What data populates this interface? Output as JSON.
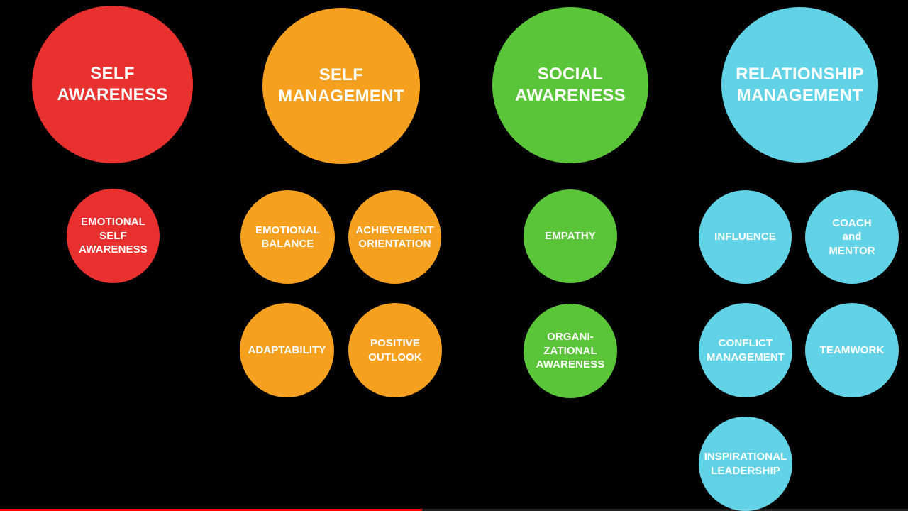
{
  "clusters": {
    "self_awareness": {
      "title": "SELF\nAWARENESS",
      "color": "#e8312f",
      "competencies": [
        "EMOTIONAL\nSELF\nAWARENESS"
      ]
    },
    "self_management": {
      "title": "SELF\nMANAGEMENT",
      "color": "#f5a01f",
      "competencies": [
        "EMOTIONAL\nBALANCE",
        "ACHIEVEMENT\nORIENTATION",
        "ADAPTABILITY",
        "POSITIVE\nOUTLOOK"
      ]
    },
    "social_awareness": {
      "title": "SOCIAL\nAWARENESS",
      "color": "#5bc53a",
      "competencies": [
        "EMPATHY",
        "ORGANI-\nZATIONAL\nAWARENESS"
      ]
    },
    "relationship_management": {
      "title": "RELATIONSHIP\nMANAGEMENT",
      "color": "#62d3e6",
      "competencies": [
        "INFLUENCE",
        "COACH",
        "and",
        "MENTOR",
        "CONFLICT\nMANAGEMENT",
        "TEAMWORK",
        "INSPIRATIONAL\nLEADERSHIP"
      ]
    }
  },
  "video_progress": {
    "fraction": 0.465,
    "color": "#ff0000"
  }
}
